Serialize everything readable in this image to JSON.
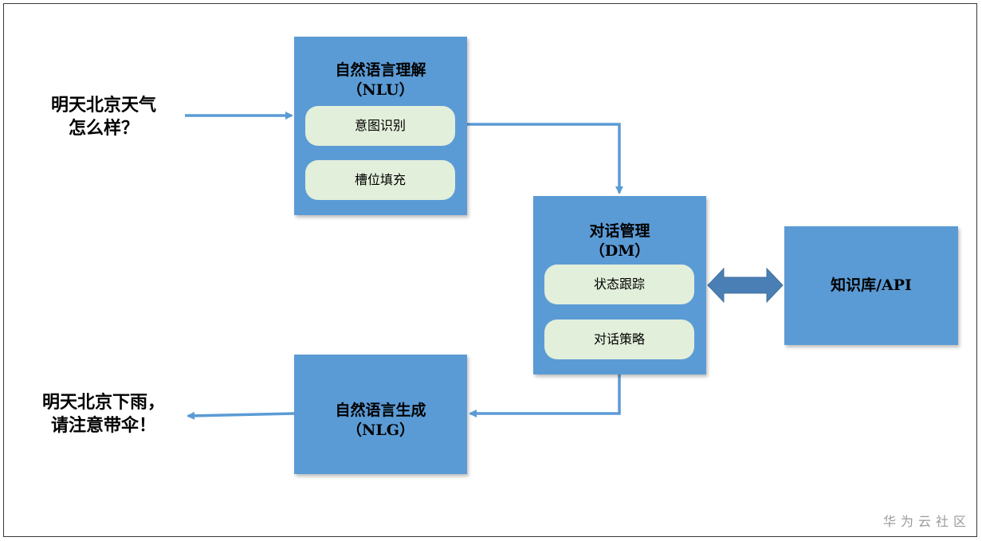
{
  "input_text": [
    "明天北京天气",
    "怎么样？"
  ],
  "output_text": [
    "明天北京下雨，",
    "请注意带伞！"
  ],
  "nlu": {
    "title": "自然语言理解",
    "subtitle": "（NLU）",
    "items": [
      "意图识别",
      "槽位填充"
    ]
  },
  "dm": {
    "title": "对话管理",
    "subtitle": "（DM）",
    "items": [
      "状态跟踪",
      "对话策略"
    ]
  },
  "nlg": {
    "title": "自然语言生成",
    "subtitle": "（NLG）"
  },
  "knowledge_base": "知识库/API",
  "watermark": "华为云社区",
  "colors": {
    "box_fill": "#5b9bd5",
    "pill_fill": "#e2efda",
    "arrow": "#5b9bd5",
    "bidirectional_arrow": "#4a7fb5"
  }
}
